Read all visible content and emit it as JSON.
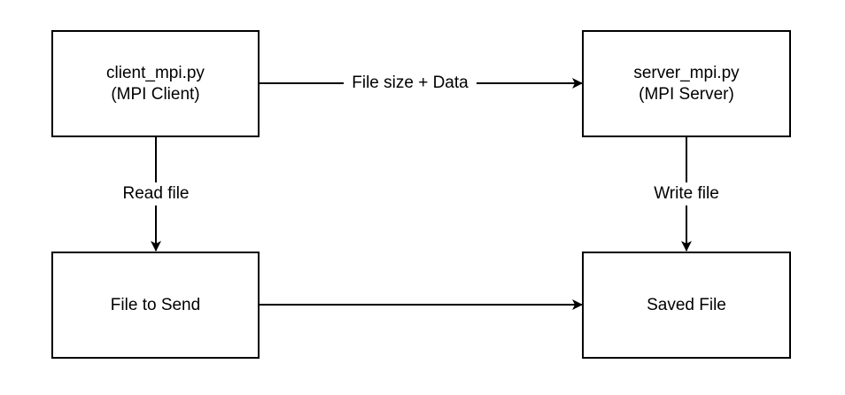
{
  "nodes": {
    "client": {
      "line1": "client_mpi.py",
      "line2": "(MPI Client)"
    },
    "server": {
      "line1": "server_mpi.py",
      "line2": "(MPI Server)"
    },
    "file_to_send": {
      "label": "File to Send"
    },
    "saved_file": {
      "label": "Saved File"
    }
  },
  "edges": {
    "client_to_server": "File size + Data",
    "client_to_file": "Read file",
    "server_to_saved": "Write file"
  }
}
